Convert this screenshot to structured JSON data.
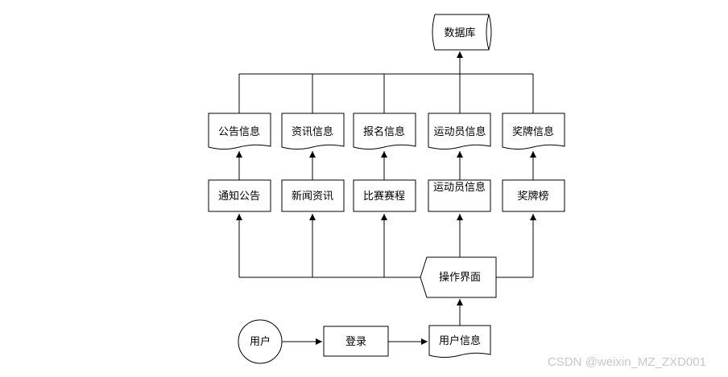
{
  "diagram": {
    "database": "数据库",
    "stores": [
      "公告信息",
      "资讯信息",
      "报名信息",
      "运动员信息",
      "奖牌信息"
    ],
    "modules": [
      "通知公告",
      "新闻资讯",
      "比赛赛程",
      "运动员信息",
      "奖牌榜"
    ],
    "interface": "操作界面",
    "user": "用户",
    "login": "登录",
    "user_info": "用户信息"
  },
  "watermark": "CSDN @weixin_MZ_ZXD001",
  "colors": {
    "line": "#000000",
    "watermark": "#c8c8c8",
    "background": "#ffffff"
  }
}
